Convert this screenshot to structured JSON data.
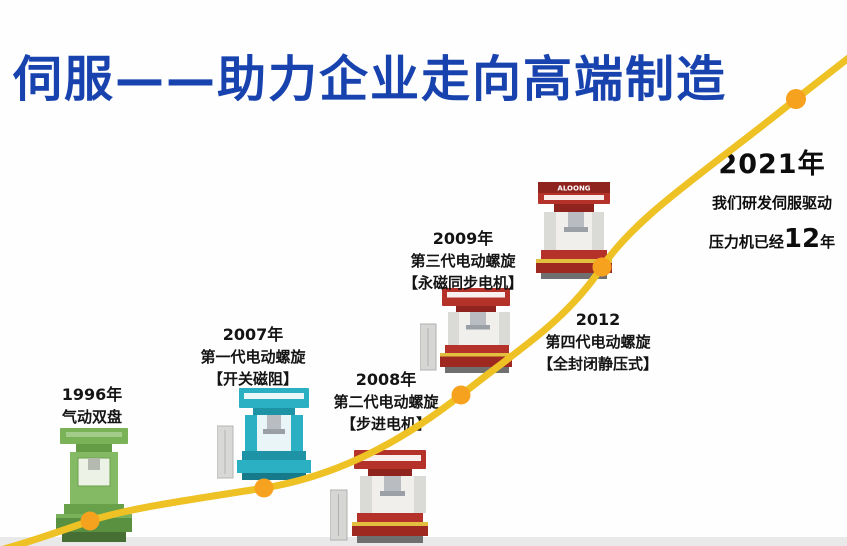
{
  "title": "伺服——助力企业走向高端制造",
  "colors": {
    "title_blue": "#1843af",
    "curve_gold": "#eec124",
    "dot_orange": "#f6a21f",
    "text_dark": "#141414"
  },
  "timeline": {
    "milestones": [
      {
        "year": "1996年",
        "lines": [
          "气动双盘"
        ]
      },
      {
        "year": "2007年",
        "lines": [
          "第一代电动螺旋",
          "【开关磁阻】"
        ]
      },
      {
        "year": "2008年",
        "lines": [
          "第二代电动螺旋",
          "【步进电机】"
        ]
      },
      {
        "year": "2009年",
        "lines": [
          "第三代电动螺旋",
          "【永磁同步电机】"
        ]
      },
      {
        "year": "2012",
        "lines": [
          "第四代电动螺旋",
          "【全封闭静压式】"
        ]
      }
    ],
    "endpoint": {
      "year": "2021年",
      "line1": "我们研发伺服驱动",
      "line2_prefix": "压力机已经",
      "line2_number": "12",
      "line2_suffix": "年"
    }
  },
  "machines": {
    "brand": "ALOONG",
    "items": [
      {
        "name": "1996-pneumatic-double-disc-press",
        "color": "#79b257"
      },
      {
        "name": "2007-first-gen-electric-screw-press",
        "color": "#2aafc3"
      },
      {
        "name": "2008-second-gen-electric-screw-press",
        "color": "#b5322a"
      },
      {
        "name": "2009-third-gen-electric-screw-press",
        "color": "#b5322a"
      },
      {
        "name": "2012-fourth-gen-electric-screw-press",
        "color": "#b5322a"
      }
    ]
  }
}
